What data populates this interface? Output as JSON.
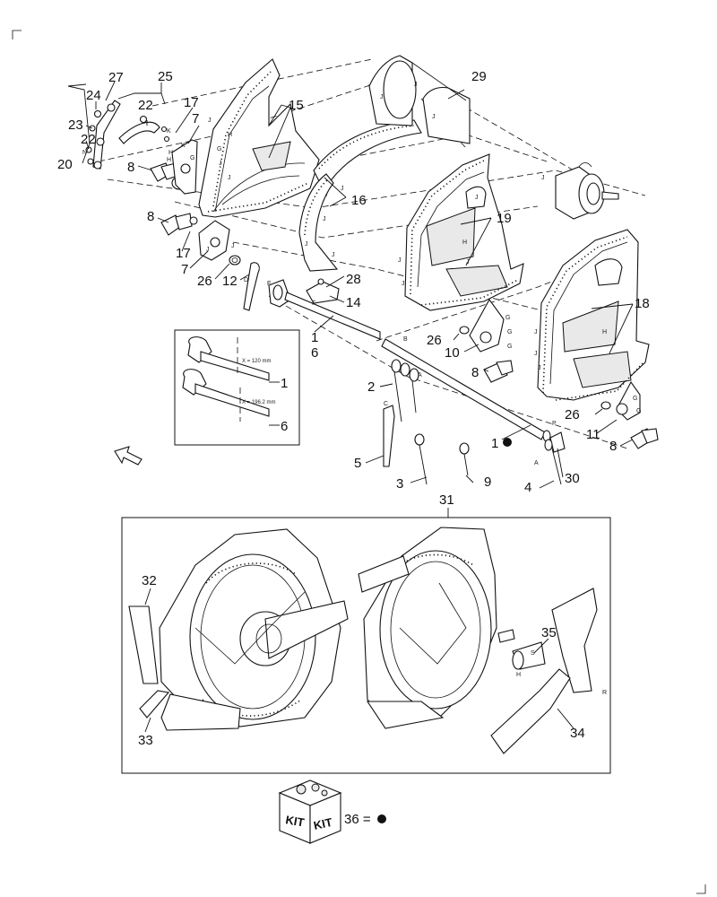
{
  "callouts": {
    "c1": "1",
    "c2": "2",
    "c3": "3",
    "c4": "4",
    "c5": "5",
    "c6": "6",
    "c7": "7",
    "c8": "8",
    "c9": "9",
    "c10": "10",
    "c11": "11",
    "c12": "12",
    "c14": "14",
    "c15": "15",
    "c16": "16",
    "c17": "17",
    "c18": "18",
    "c19": "19",
    "c20": "20",
    "c22": "22",
    "c23": "23",
    "c24": "24",
    "c25": "25",
    "c26": "26",
    "c27": "27",
    "c28": "28",
    "c29": "29",
    "c30": "30",
    "c31": "31",
    "c32": "32",
    "c33": "33",
    "c34": "34",
    "c35": "35"
  },
  "inset": {
    "dim1": "X = 120 mm",
    "dim6": "X = 196.2 mm",
    "label1": "1",
    "label6": "6"
  },
  "letters": {
    "A": "A",
    "B": "B",
    "C": "C",
    "D": "D",
    "E": "E",
    "F": "F",
    "G": "G",
    "H": "H",
    "J": "J",
    "K": "K",
    "N": "N",
    "P": "P",
    "R": "R",
    "S": "S"
  },
  "kit": {
    "word": "KIT",
    "legend": "36 =",
    "marker_icon": "filled-circle-icon"
  },
  "marker_icon": "filled-circle-icon",
  "direction_icon": "arrow-outline-icon"
}
